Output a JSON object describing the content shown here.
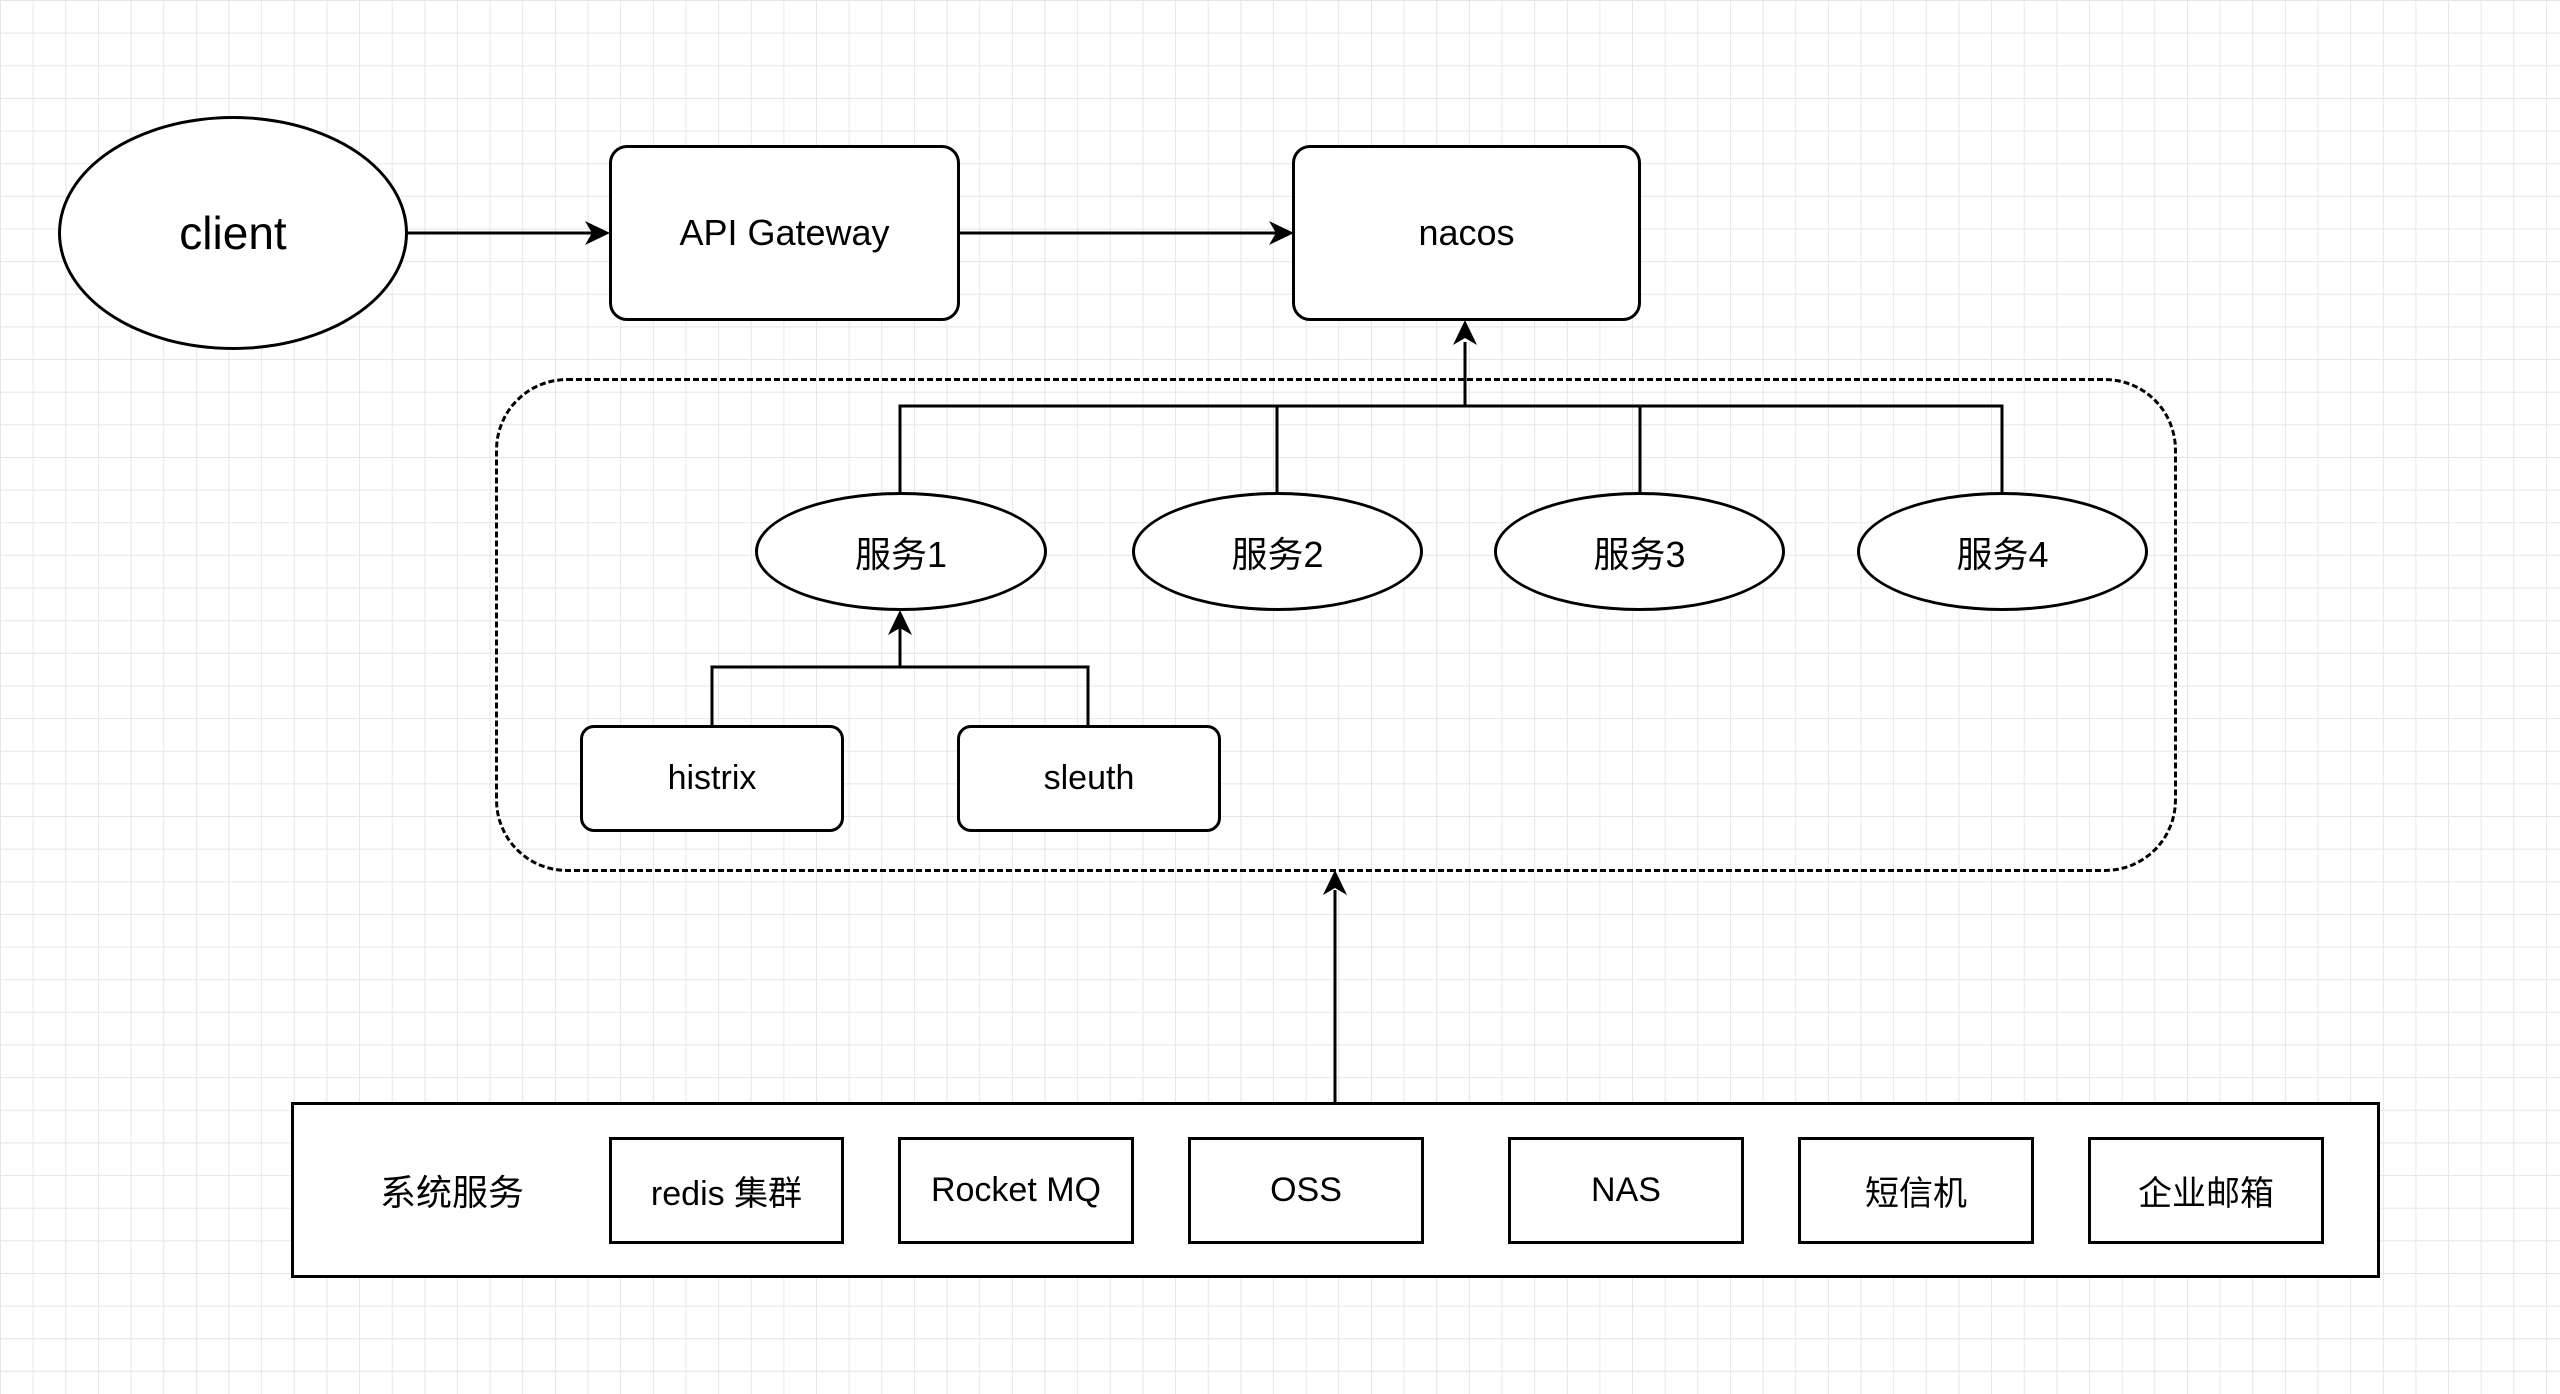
{
  "nodes": {
    "client": "client",
    "api_gateway": "API Gateway",
    "nacos": "nacos",
    "service1": "服务1",
    "service2": "服务2",
    "service3": "服务3",
    "service4": "服务4",
    "histrix": "histrix",
    "sleuth": "sleuth"
  },
  "system_services": {
    "label": "系统服务",
    "items": [
      "redis 集群",
      "Rocket MQ",
      "OSS",
      "NAS",
      "短信机",
      "企业邮箱"
    ]
  }
}
